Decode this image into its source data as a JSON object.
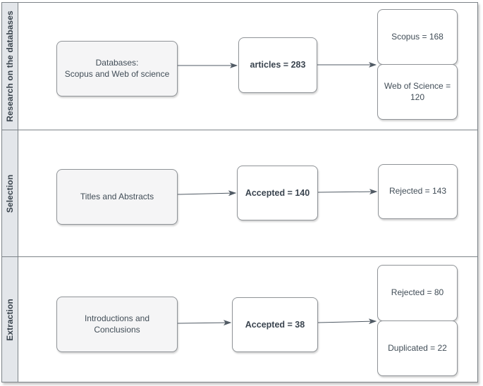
{
  "colors": {
    "frame_border": "#7d8388",
    "lane_header_fill": "#e3e6ea",
    "node_border": "#8f9397",
    "node_fill_white": "#ffffff",
    "node_fill_gray": "#f5f5f6",
    "text": "#414d57",
    "arrow": "#505a64"
  },
  "lanes": [
    {
      "label": "Research on the databases",
      "source": "Databases:\nScopus and Web of science",
      "process": "articles = 283",
      "outputs": [
        "Scopus = 168",
        "Web of Science = 120"
      ]
    },
    {
      "label": "Selection",
      "source": "Titles and Abstracts",
      "process": "Accepted = 140",
      "outputs": [
        "Rejected = 143"
      ]
    },
    {
      "label": "Extraction",
      "source": "Introductions and Conclusions",
      "process": "Accepted = 38",
      "outputs": [
        "Rejected = 80",
        "Duplicated = 22"
      ]
    }
  ]
}
